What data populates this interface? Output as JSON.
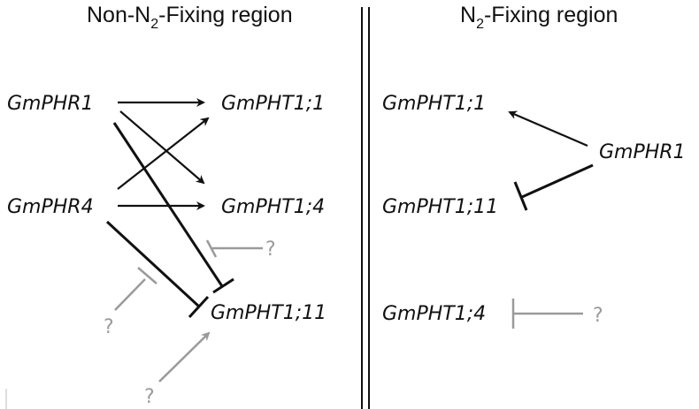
{
  "colors": {
    "text": "#111111",
    "line": "#111111",
    "unknown": "#9a9a9a",
    "background": "#ffffff"
  },
  "panels": {
    "left": {
      "title_pre": "Non-N",
      "title_sub": "2",
      "title_post": "-Fixing region",
      "nodes": {
        "phr1": "GmPHR1",
        "phr4": "GmPHR4",
        "pht1_1": "GmPHT1;1",
        "pht1_4": "GmPHT1;4",
        "pht1_11": "GmPHT1;11"
      },
      "unknown_label": "?"
    },
    "right": {
      "title_pre": "N",
      "title_sub": "2",
      "title_post": "-Fixing region",
      "nodes": {
        "pht1_1": "GmPHT1;1",
        "phr1": "GmPHR1",
        "pht1_11": "GmPHT1;11",
        "pht1_4": "GmPHT1;4"
      },
      "unknown_label": "?"
    }
  },
  "edges": [
    {
      "panel": "left",
      "from": "GmPHR1",
      "to": "GmPHT1;1",
      "type": "activation"
    },
    {
      "panel": "left",
      "from": "GmPHR1",
      "to": "GmPHT1;4",
      "type": "activation"
    },
    {
      "panel": "left",
      "from": "GmPHR1",
      "to": "GmPHT1;11",
      "type": "repression"
    },
    {
      "panel": "left",
      "from": "GmPHR4",
      "to": "GmPHT1;1",
      "type": "activation"
    },
    {
      "panel": "left",
      "from": "GmPHR4",
      "to": "GmPHT1;4",
      "type": "activation"
    },
    {
      "panel": "left",
      "from": "GmPHR4",
      "to": "GmPHT1;11",
      "type": "repression"
    },
    {
      "panel": "left",
      "from": "?",
      "to": "GmPHR1 → GmPHT1;11",
      "type": "repression",
      "uncertain": true
    },
    {
      "panel": "left",
      "from": "?",
      "to": "GmPHR4 → GmPHT1;11",
      "type": "repression",
      "uncertain": true
    },
    {
      "panel": "left",
      "from": "?",
      "to": "GmPHT1;11",
      "type": "activation",
      "uncertain": true
    },
    {
      "panel": "right",
      "from": "GmPHR1",
      "to": "GmPHT1;1",
      "type": "activation"
    },
    {
      "panel": "right",
      "from": "GmPHR1",
      "to": "GmPHT1;11",
      "type": "repression"
    },
    {
      "panel": "right",
      "from": "?",
      "to": "GmPHT1;4",
      "type": "repression",
      "uncertain": true
    }
  ]
}
